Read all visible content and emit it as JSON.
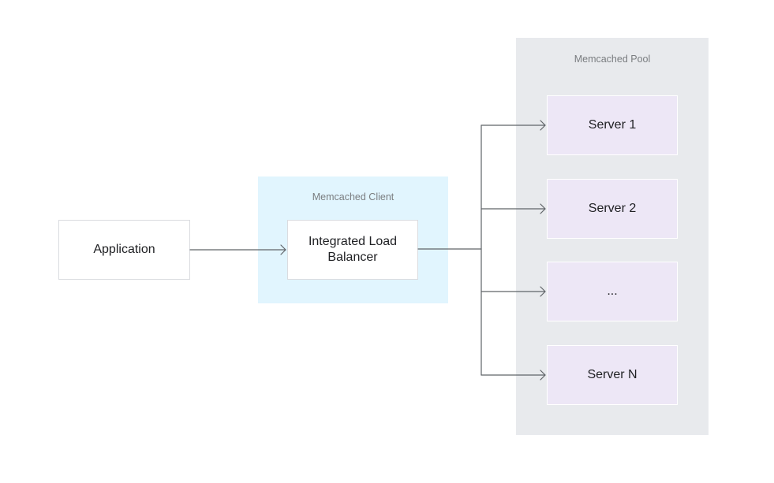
{
  "groups": {
    "client": {
      "label": "Memcached Client",
      "fill": "#e1f5fe"
    },
    "pool": {
      "label": "Memcached Pool",
      "fill": "#e8eaed"
    }
  },
  "nodes": {
    "application": {
      "label": "Application"
    },
    "load_balancer": {
      "label": "Integrated Load\nBalancer"
    },
    "servers": [
      {
        "label": "Server 1"
      },
      {
        "label": "Server 2"
      },
      {
        "label": "..."
      },
      {
        "label": "Server N"
      }
    ]
  },
  "colors": {
    "connector": "#5f6368",
    "server_fill": "#ede7f6"
  }
}
